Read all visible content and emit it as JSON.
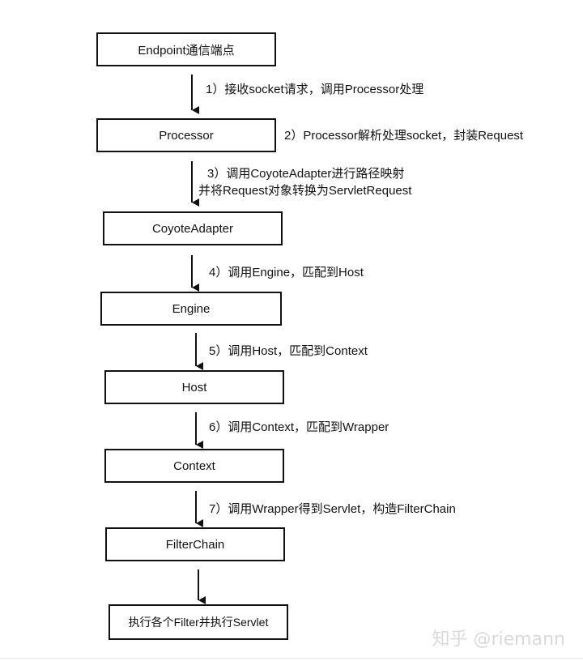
{
  "diagram": {
    "nodes": [
      {
        "id": "endpoint",
        "label": "Endpoint通信端点"
      },
      {
        "id": "processor",
        "label": "Processor"
      },
      {
        "id": "coyote-adapter",
        "label": "CoyoteAdapter"
      },
      {
        "id": "engine",
        "label": "Engine"
      },
      {
        "id": "host",
        "label": "Host"
      },
      {
        "id": "context",
        "label": "Context"
      },
      {
        "id": "filter-chain",
        "label": "FilterChain"
      },
      {
        "id": "execute",
        "label": "执行各个Filter并执行Servlet"
      }
    ],
    "steps": [
      {
        "lines": [
          "1）接收socket请求，调用Processor处理"
        ]
      },
      {
        "lines": [
          "2）Processor解析处理socket，封装Request"
        ]
      },
      {
        "lines": [
          "3）调用CoyoteAdapter进行路径映射",
          "并将Request对象转换为ServletRequest"
        ]
      },
      {
        "lines": [
          "4）调用Engine，匹配到Host"
        ]
      },
      {
        "lines": [
          "5）调用Host，匹配到Context"
        ]
      },
      {
        "lines": [
          "6）调用Context，匹配到Wrapper"
        ]
      },
      {
        "lines": [
          "7）调用Wrapper得到Servlet，构造FilterChain"
        ]
      }
    ]
  },
  "watermark": "知乎 @riemann"
}
